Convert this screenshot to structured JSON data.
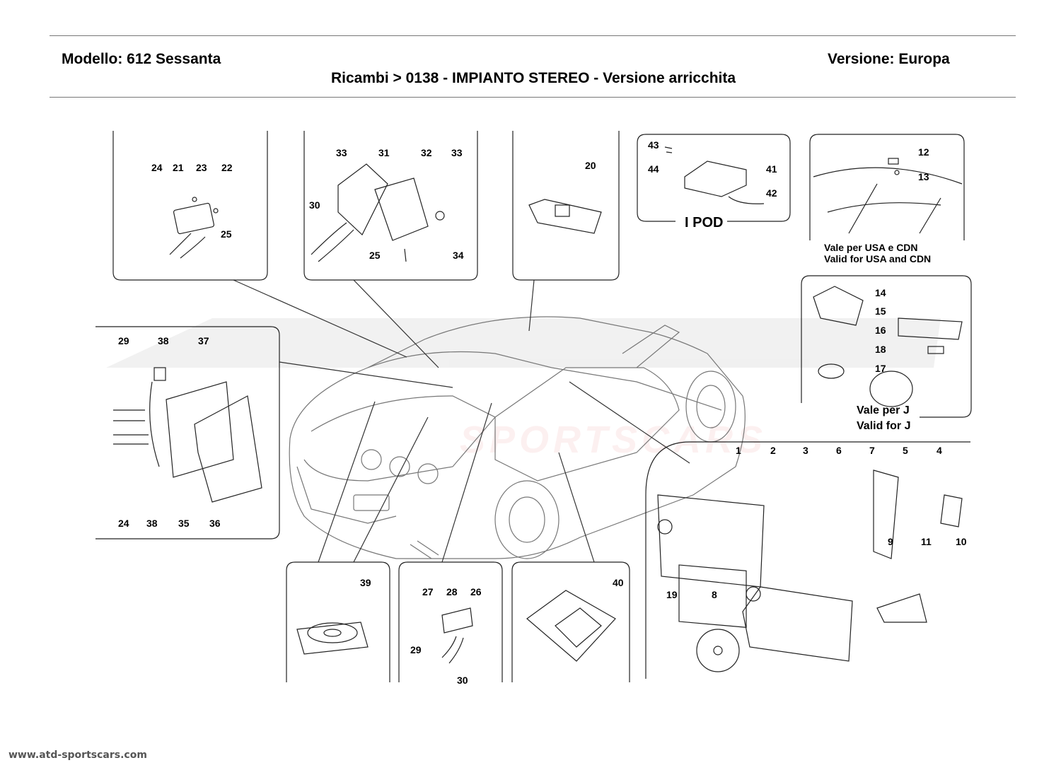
{
  "header": {
    "model": "Modello: 612 Sessanta",
    "version": "Versione: Europa",
    "breadcrumb": "Ricambi > 0138 - IMPIANTO STEREO - Versione arricchita"
  },
  "watermark": {
    "text": "SPORTSCARS"
  },
  "panels": {
    "ipod_caption": "I POD",
    "usa_line1": "Vale per USA e CDN",
    "usa_line2": "Valid for USA and CDN",
    "japan_line1": "Vale per J",
    "japan_line2": "Valid for J"
  },
  "callouts": {
    "panel_a": [
      "24",
      "21",
      "23",
      "22",
      "25"
    ],
    "panel_b": [
      "33",
      "31",
      "32",
      "33",
      "30",
      "25",
      "34"
    ],
    "panel_c": [
      "20"
    ],
    "panel_ipod": [
      "43",
      "44",
      "41",
      "42"
    ],
    "panel_usa": [
      "12",
      "13"
    ],
    "panel_j": [
      "14",
      "15",
      "16",
      "18",
      "17"
    ],
    "panel_left": [
      "29",
      "38",
      "37",
      "24",
      "38",
      "35",
      "36"
    ],
    "panel_stereo": [
      "1",
      "2",
      "3",
      "6",
      "7",
      "5",
      "4",
      "9",
      "11",
      "10",
      "19",
      "8"
    ],
    "panel_speaker": [
      "39"
    ],
    "panel_antenna": [
      "27",
      "28",
      "26",
      "29",
      "30"
    ],
    "panel_amp": [
      "40"
    ]
  },
  "footer": {
    "site": "www.atd-sportscars.com"
  }
}
